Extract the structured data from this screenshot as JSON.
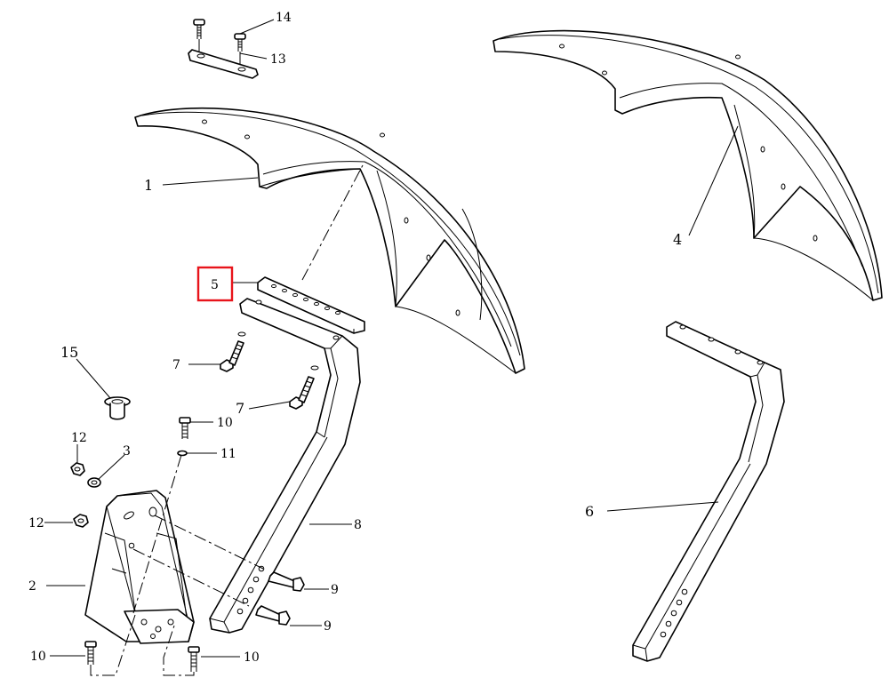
{
  "callouts": {
    "c1": "1",
    "c2": "2",
    "c3": "3",
    "c4": "4",
    "c5": "5",
    "c6": "6",
    "c7a": "7",
    "c7b": "7",
    "c8": "8",
    "c9a": "9",
    "c9b": "9",
    "c10a": "10",
    "c10b": "10",
    "c10c": "10",
    "c11": "11",
    "c12a": "12",
    "c12b": "12",
    "c13": "13",
    "c14": "14",
    "c15": "15"
  },
  "highlight": {
    "callout": "5",
    "color": "#e8141b"
  }
}
